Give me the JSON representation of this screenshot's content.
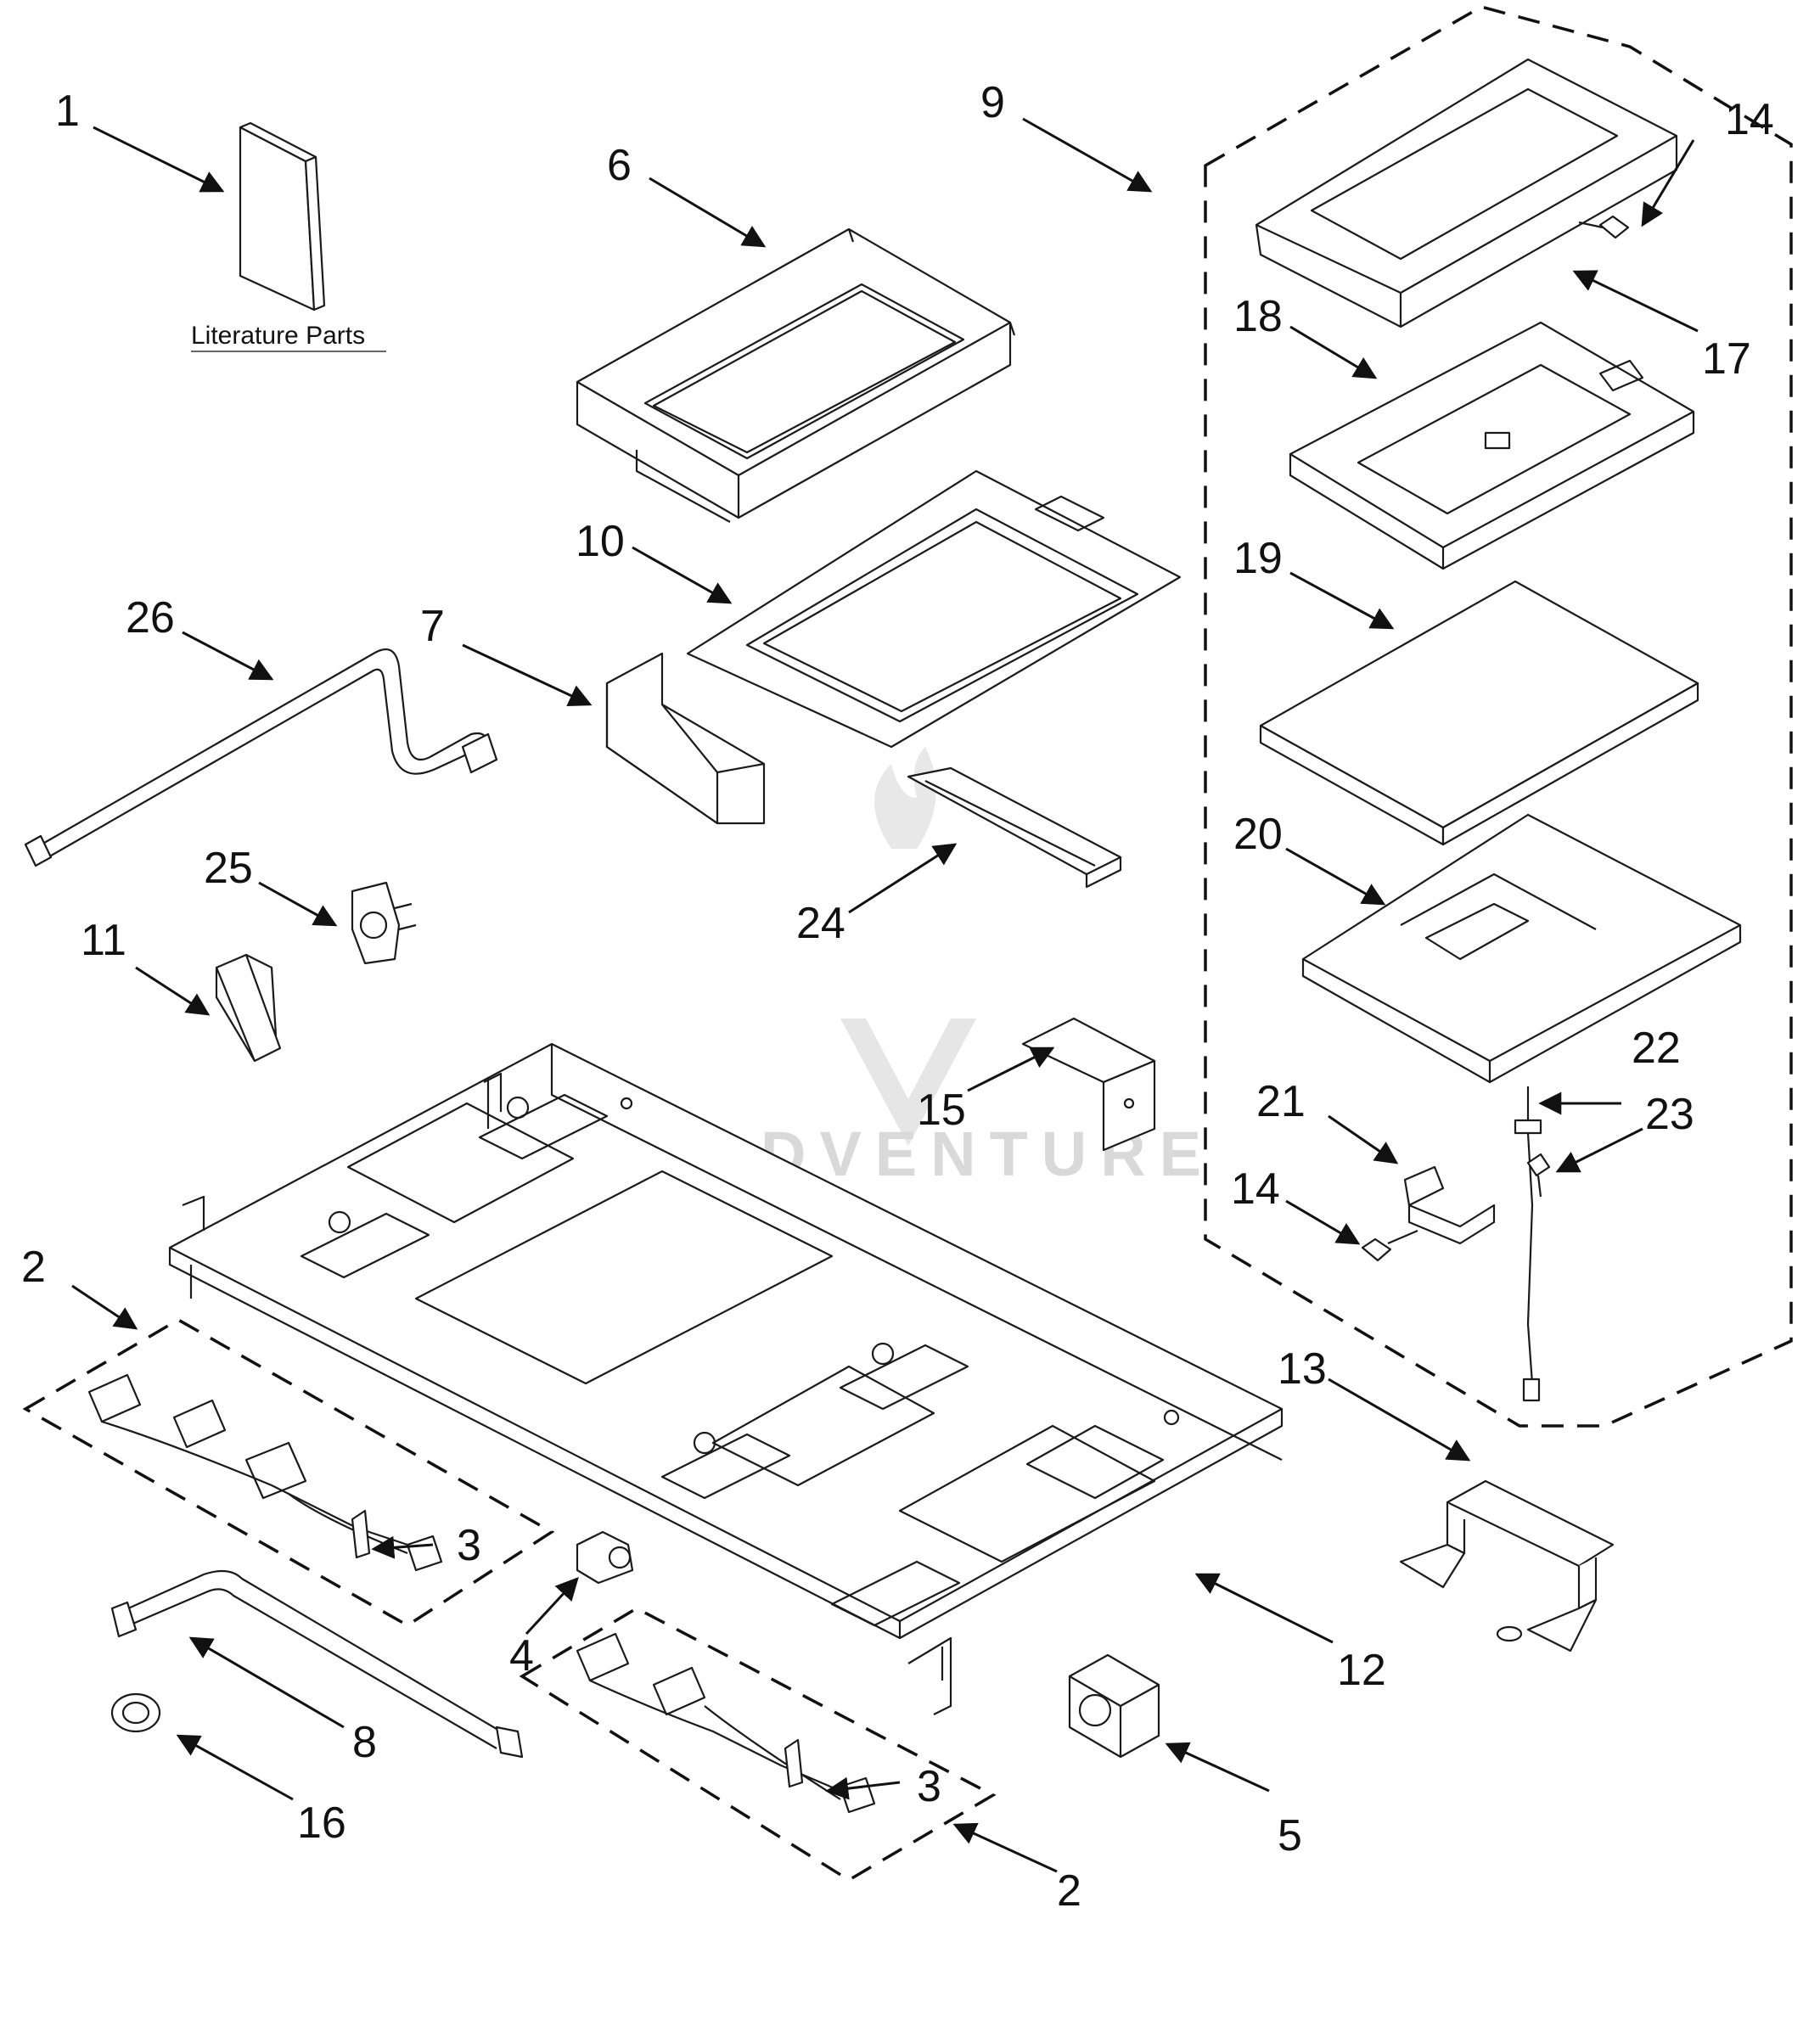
{
  "literature_label": "Literature Parts",
  "watermark_text": "LEADVENTURE",
  "callouts": {
    "c1": "1",
    "c2a": "2",
    "c2b": "2",
    "c3a": "3",
    "c3b": "3",
    "c4": "4",
    "c5": "5",
    "c6": "6",
    "c7": "7",
    "c8": "8",
    "c9": "9",
    "c10": "10",
    "c11": "11",
    "c12": "12",
    "c13": "13",
    "c14a": "14",
    "c14b": "14",
    "c15": "15",
    "c16": "16",
    "c17": "17",
    "c18": "18",
    "c19": "19",
    "c20": "20",
    "c21": "21",
    "c22": "22",
    "c23": "23",
    "c24": "24",
    "c25": "25",
    "c26": "26"
  }
}
